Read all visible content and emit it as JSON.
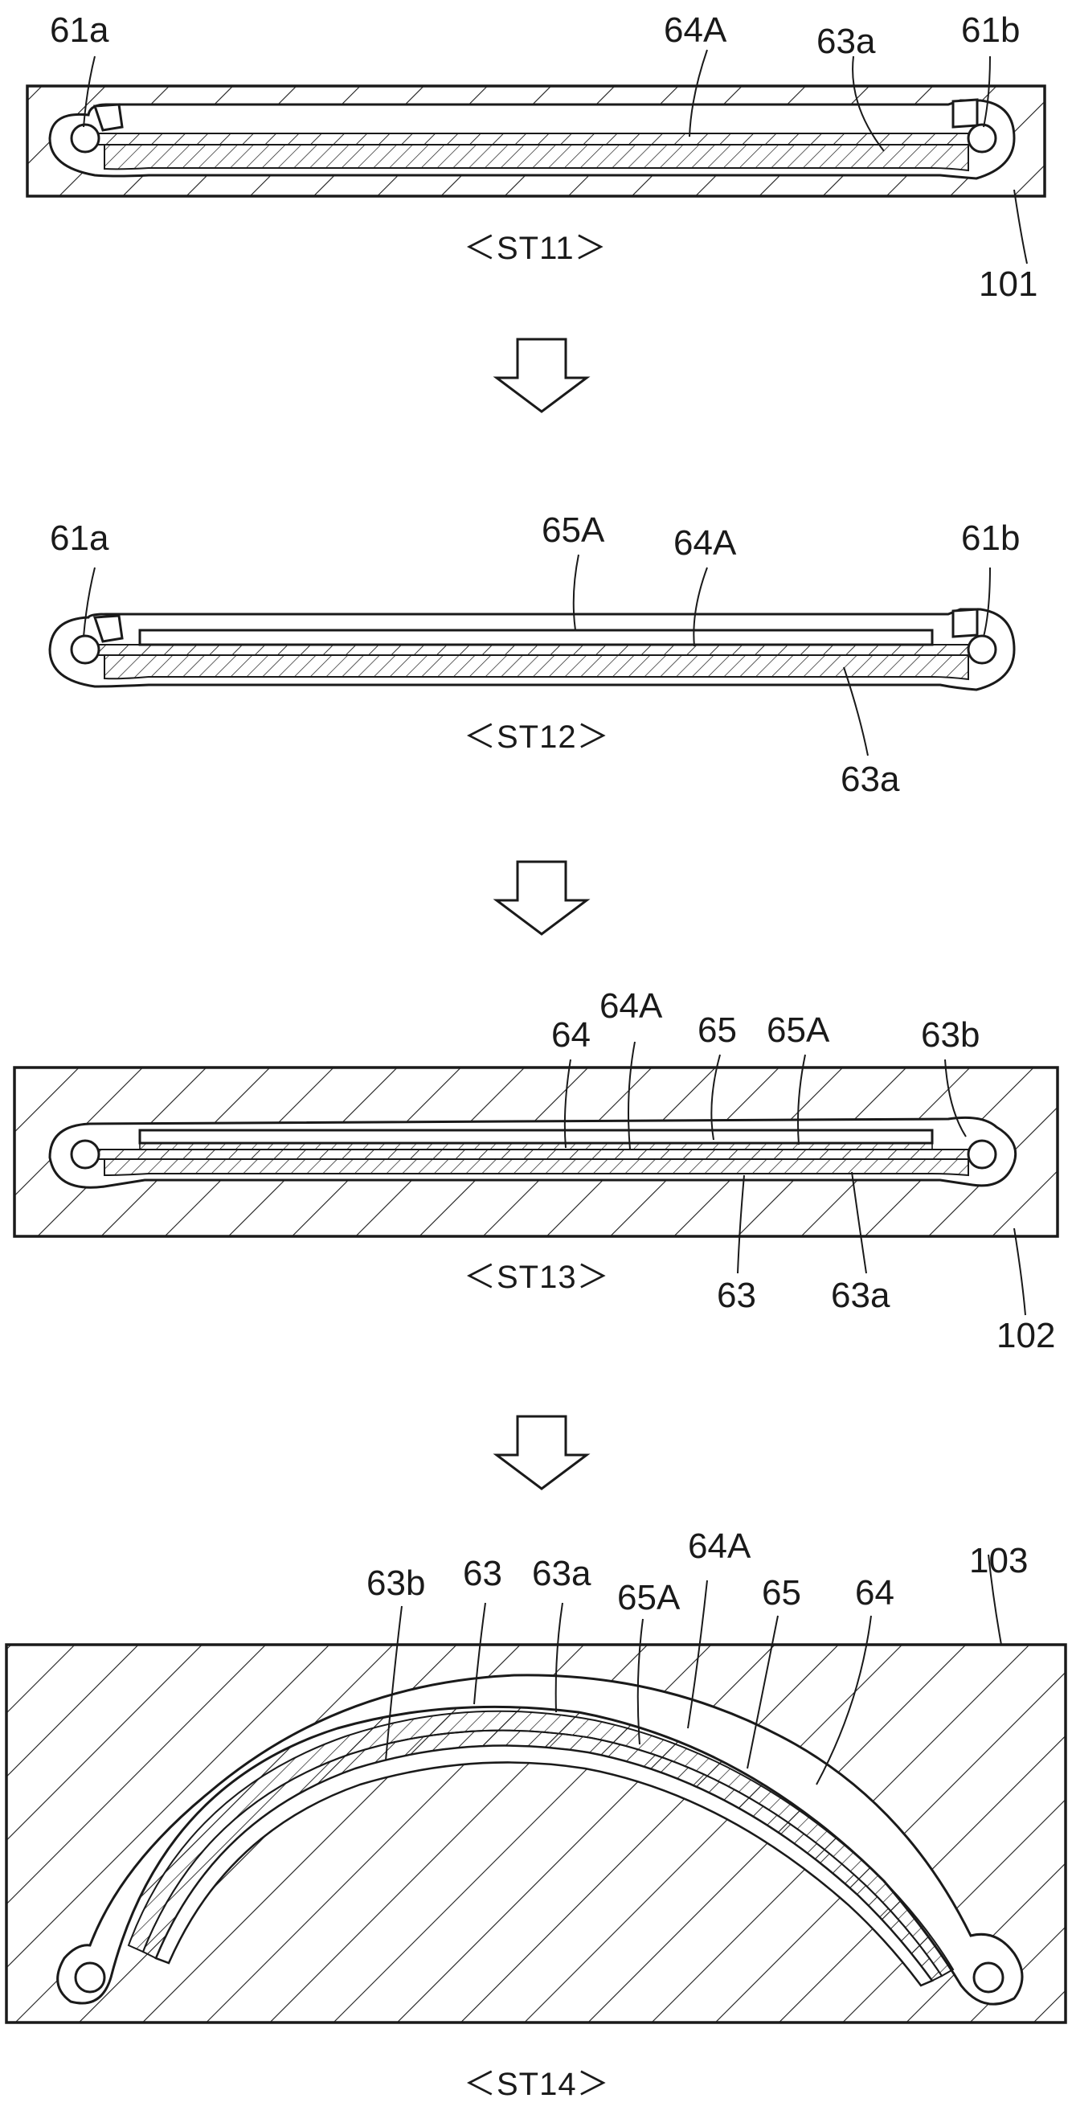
{
  "figure": {
    "st11": {
      "step_label": "＜ST11＞",
      "labels": {
        "l61a": "61a",
        "l64A": "64A",
        "l63a": "63a",
        "l61b": "61b",
        "l101": "101"
      }
    },
    "st12": {
      "step_label": "＜ST12＞",
      "labels": {
        "l61a": "61a",
        "l65A": "65A",
        "l64A": "64A",
        "l61b": "61b",
        "l63a": "63a"
      }
    },
    "st13": {
      "step_label": "＜ST13＞",
      "labels": {
        "l64A": "64A",
        "l64": "64",
        "l65": "65",
        "l65A": "65A",
        "l63b": "63b",
        "l63": "63",
        "l63a": "63a",
        "l102": "102"
      }
    },
    "st14": {
      "step_label": "＜ST14＞",
      "labels": {
        "l64A": "64A",
        "l103": "103",
        "l63b": "63b",
        "l63": "63",
        "l63a": "63a",
        "l65A": "65A",
        "l65": "65",
        "l64": "64"
      }
    }
  }
}
